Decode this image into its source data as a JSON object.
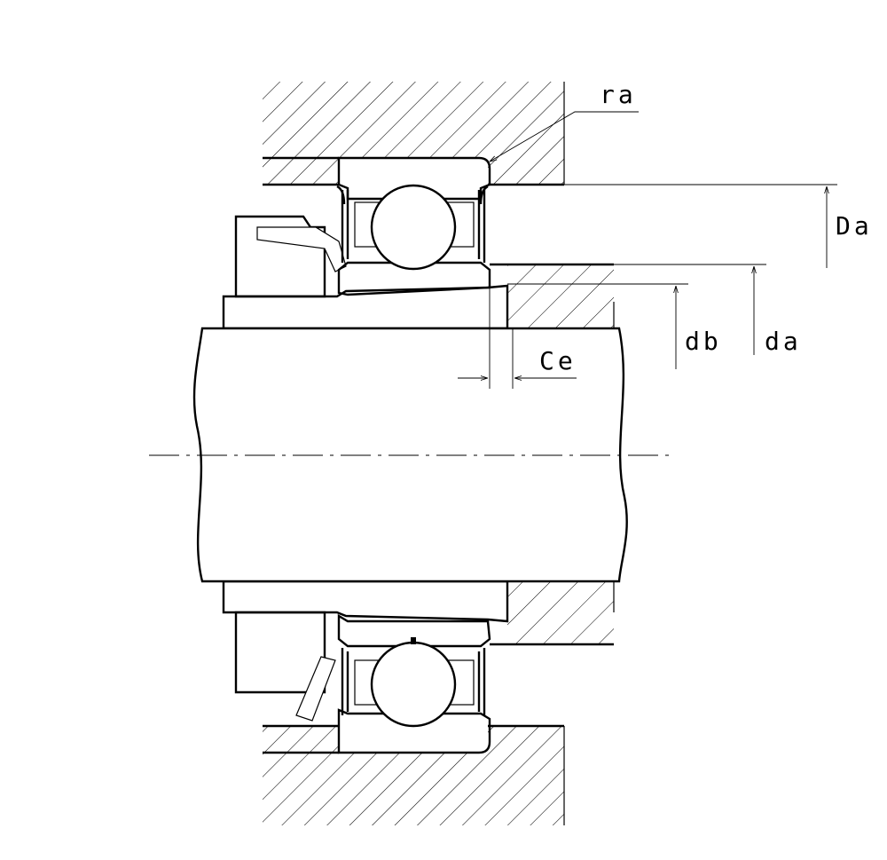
{
  "labels": {
    "ra": "ra",
    "Da": "Da",
    "db": "db",
    "da": "da",
    "Ce": "Ce"
  }
}
